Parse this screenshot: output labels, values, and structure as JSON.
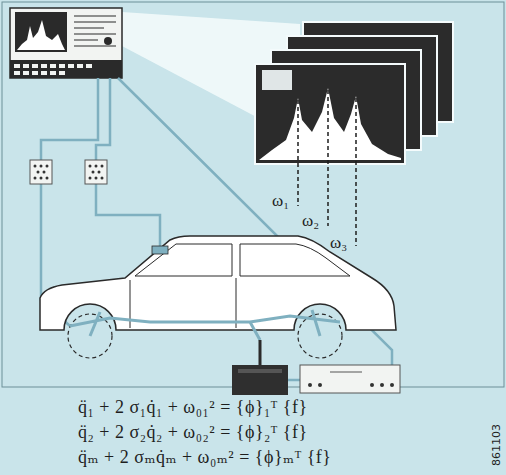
{
  "diagram": {
    "labels": [
      "ω₁",
      "ω₂",
      "ω₃",
      "q̈₁ + 2 σ₁q̇₁ + ω₀₁² = {ϕ}₁ᵀ {f}",
      "q̈₂ + 2 σ₂q̇₂ + ω₀₂² = {ϕ}₂ᵀ {f}",
      "q̈ₘ + 2 σₘq̇ₘ + ω₀ₘ² = {ϕ}ₘᵀ {f}",
      "861103"
    ]
  }
}
